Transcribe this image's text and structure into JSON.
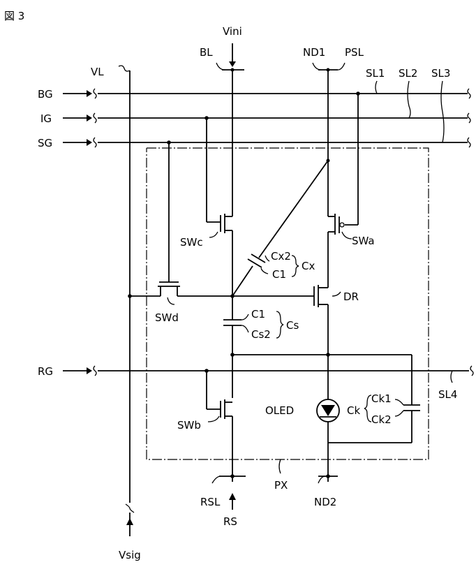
{
  "figure_label": "図 3",
  "signals": {
    "vini": "Vini",
    "bl": "BL",
    "nd1": "ND1",
    "psl": "PSL",
    "vl": "VL",
    "sl1": "SL1",
    "sl2": "SL2",
    "sl3": "SL3",
    "bg": "BG",
    "ig": "IG",
    "sg": "SG",
    "rg": "RG",
    "sl4": "SL4",
    "rsl": "RSL",
    "rs": "RS",
    "px": "PX",
    "nd2": "ND2",
    "vsig": "Vsig"
  },
  "components": {
    "swc": "SWc",
    "swa": "SWa",
    "swd": "SWd",
    "swb": "SWb",
    "dr": "DR",
    "oled": "OLED",
    "cx": "Cx",
    "cx2": "Cx2",
    "cx_c1": "C1",
    "cs": "Cs",
    "cs_c1": "C1",
    "cs2": "Cs2",
    "ck": "Ck",
    "ck1": "Ck1",
    "ck2": "Ck2"
  }
}
